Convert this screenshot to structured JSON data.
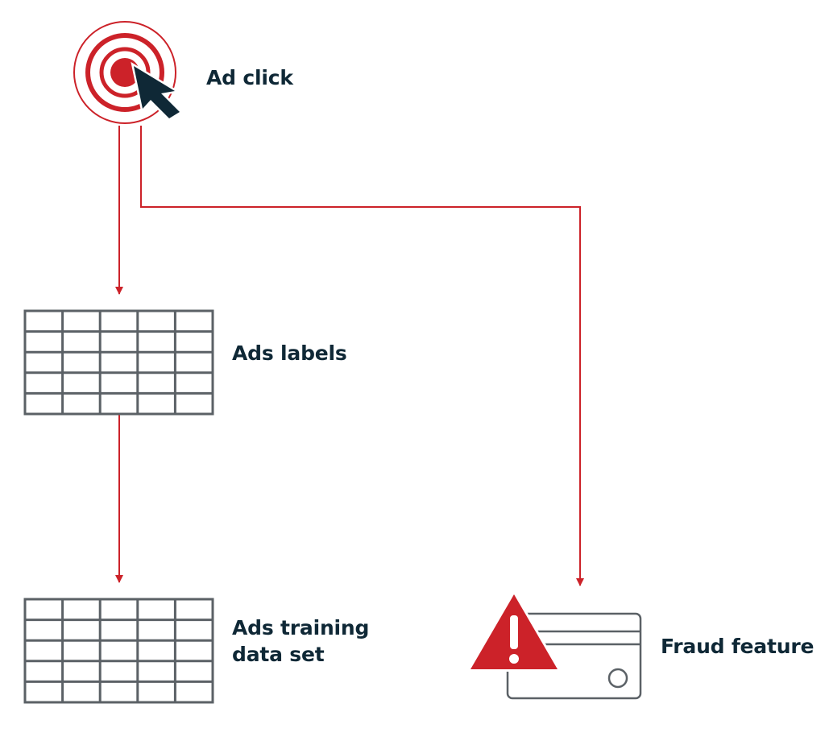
{
  "colors": {
    "accent": "#cc2229",
    "dark": "#0f2836",
    "grid": "#5b6166",
    "text": "#0f2836"
  },
  "nodes": {
    "ad_click": {
      "label": "Ad click",
      "icon": "click-target-icon"
    },
    "ads_labels": {
      "label": "Ads labels",
      "icon": "table-grid-icon"
    },
    "training_set": {
      "label_lines": [
        "Ads training",
        "data set"
      ],
      "icon": "table-grid-icon"
    },
    "fraud_feature": {
      "label": "Fraud feature",
      "icon": "credit-card-warning-icon"
    }
  },
  "edges": [
    {
      "from": "ad_click",
      "to": "ads_labels"
    },
    {
      "from": "ads_labels",
      "to": "training_set"
    },
    {
      "from": "ad_click",
      "to": "fraud_feature"
    }
  ]
}
